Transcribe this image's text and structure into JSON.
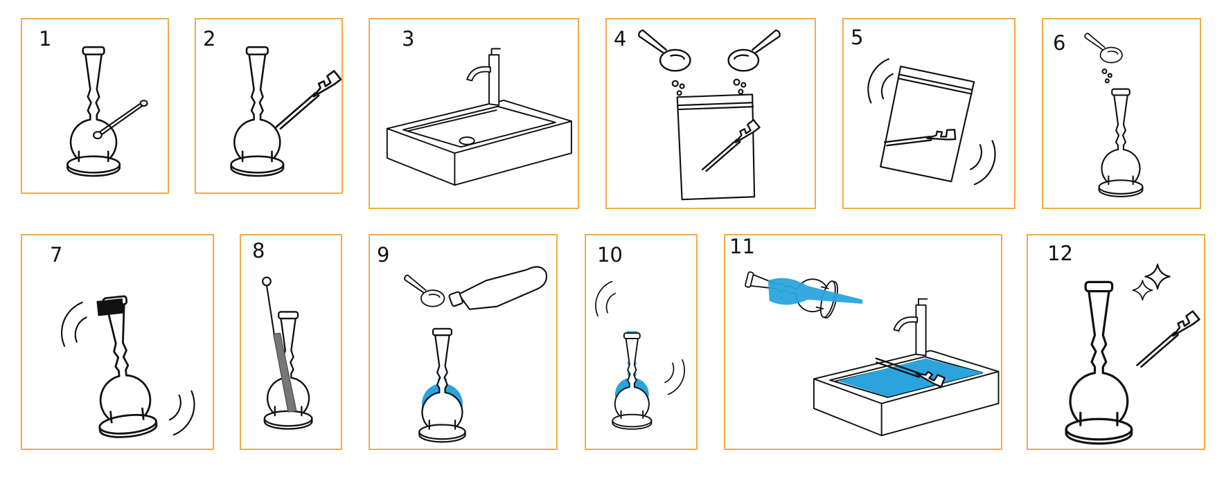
{
  "accent_border_color": "#f2ad45",
  "liquid_color": "#2ba4dd",
  "steps": [
    {
      "number": "1",
      "icons": [
        "bong-icon",
        "bowl-removal-icon"
      ]
    },
    {
      "number": "2",
      "icons": [
        "bong-icon",
        "downstem-icon"
      ]
    },
    {
      "number": "3",
      "icons": [
        "sink-icon"
      ]
    },
    {
      "number": "4",
      "icons": [
        "scoop-icon",
        "scoop-icon",
        "zip-bag-icon",
        "downstem-icon"
      ]
    },
    {
      "number": "5",
      "icons": [
        "zip-bag-icon",
        "downstem-icon",
        "shake-lines-icon"
      ]
    },
    {
      "number": "6",
      "icons": [
        "scoop-icon",
        "bong-icon"
      ]
    },
    {
      "number": "7",
      "icons": [
        "bong-icon",
        "cap-icon",
        "shake-lines-icon"
      ]
    },
    {
      "number": "8",
      "icons": [
        "bong-icon",
        "pipe-brush-icon"
      ]
    },
    {
      "number": "9",
      "icons": [
        "scoop-icon",
        "bottle-icon",
        "bong-icon"
      ]
    },
    {
      "number": "10",
      "icons": [
        "bong-icon",
        "shake-lines-icon"
      ]
    },
    {
      "number": "11",
      "icons": [
        "bong-icon",
        "sink-icon",
        "downstem-icon"
      ]
    },
    {
      "number": "12",
      "icons": [
        "bong-icon",
        "sparkle-icon",
        "downstem-icon"
      ]
    }
  ]
}
